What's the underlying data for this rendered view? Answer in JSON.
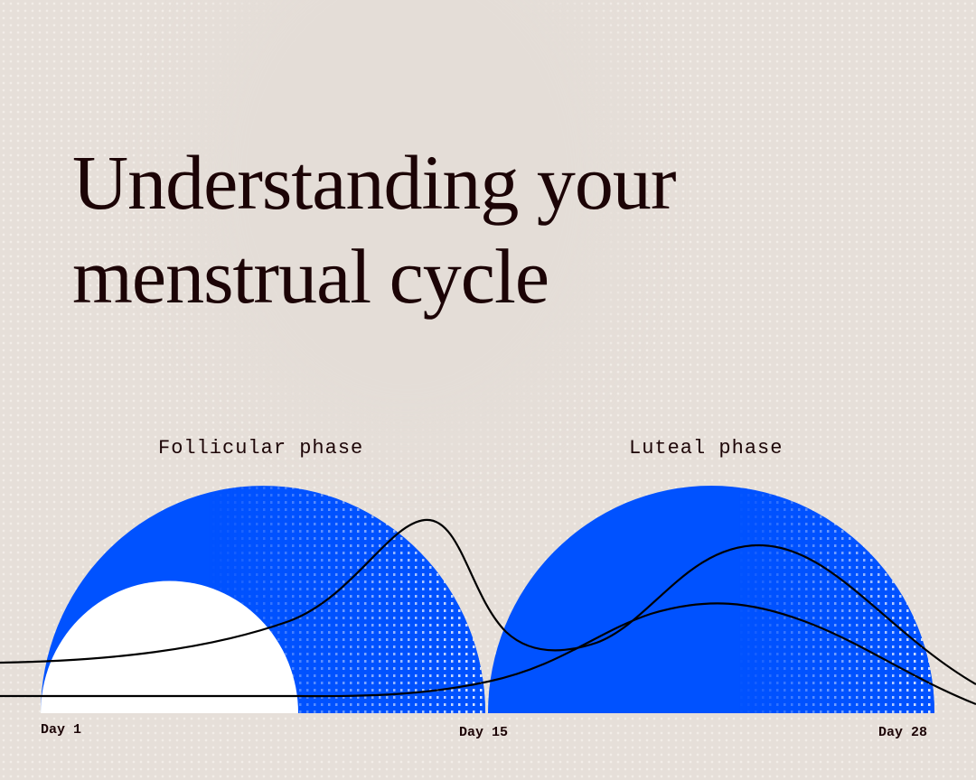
{
  "title": {
    "line1": "Understanding your",
    "line2": "menstrual cycle"
  },
  "phases": [
    {
      "label": "Follicular phase",
      "color": "#0052ff"
    },
    {
      "label": "Luteal phase",
      "color": "#0052ff"
    }
  ],
  "axis": {
    "day_start": "Day 1",
    "day_mid": "Day 15",
    "day_end": "Day 28"
  },
  "colors": {
    "background": "#e6dfd9",
    "text": "#1c0406",
    "phase_blue": "#0052ff",
    "menstruation_white": "#ffffff",
    "curve": "#000000"
  }
}
